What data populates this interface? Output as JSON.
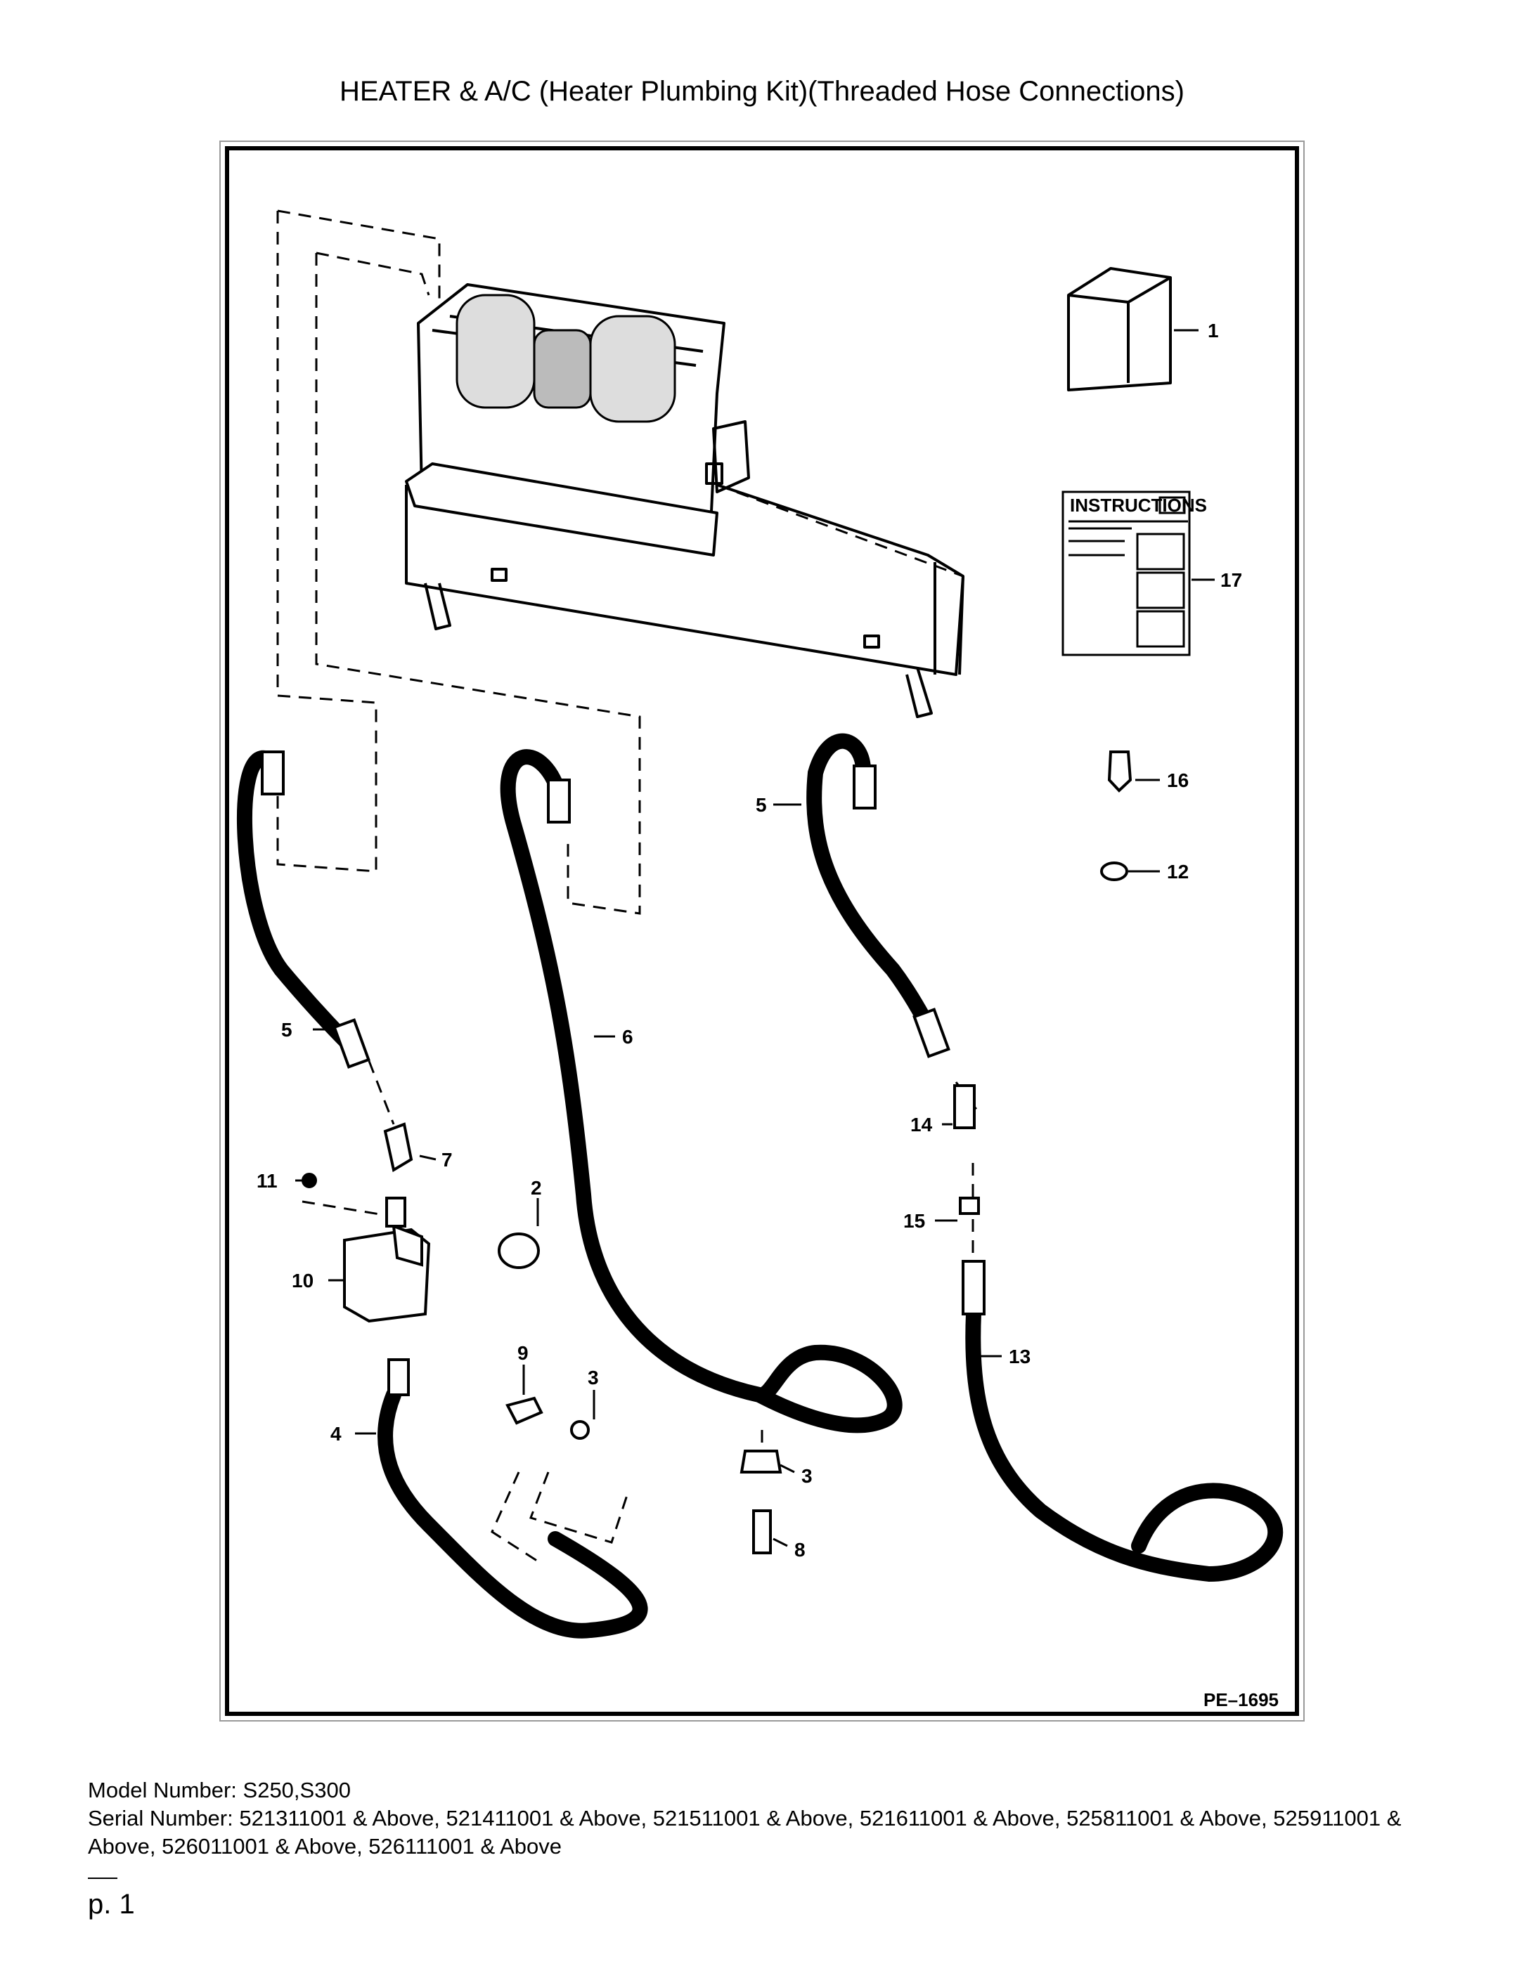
{
  "document": {
    "title": "HEATER & A/C (Heater Plumbing Kit)(Threaded Hose Connections)",
    "figure_code": "PE–1695",
    "callouts": {
      "c1": "1",
      "c2": "2",
      "c3a": "3",
      "c3b": "3",
      "c4": "4",
      "c5a": "5",
      "c5b": "5",
      "c6": "6",
      "c7": "7",
      "c8": "8",
      "c9": "9",
      "c10": "10",
      "c11": "11",
      "c12": "12",
      "c13": "13",
      "c14": "14",
      "c15": "15",
      "c16": "16",
      "c17": "17"
    },
    "instructions_label": "INSTRUCTIONS",
    "model_line": "Model Number: S250,S300",
    "serial_line": "Serial Number: 521311001 & Above, 521411001 & Above, 521511001 & Above, 521611001 & Above, 525811001 & Above, 525911001 & Above, 526011001 & Above, 526111001 & Above",
    "page_label": "p. 1"
  }
}
